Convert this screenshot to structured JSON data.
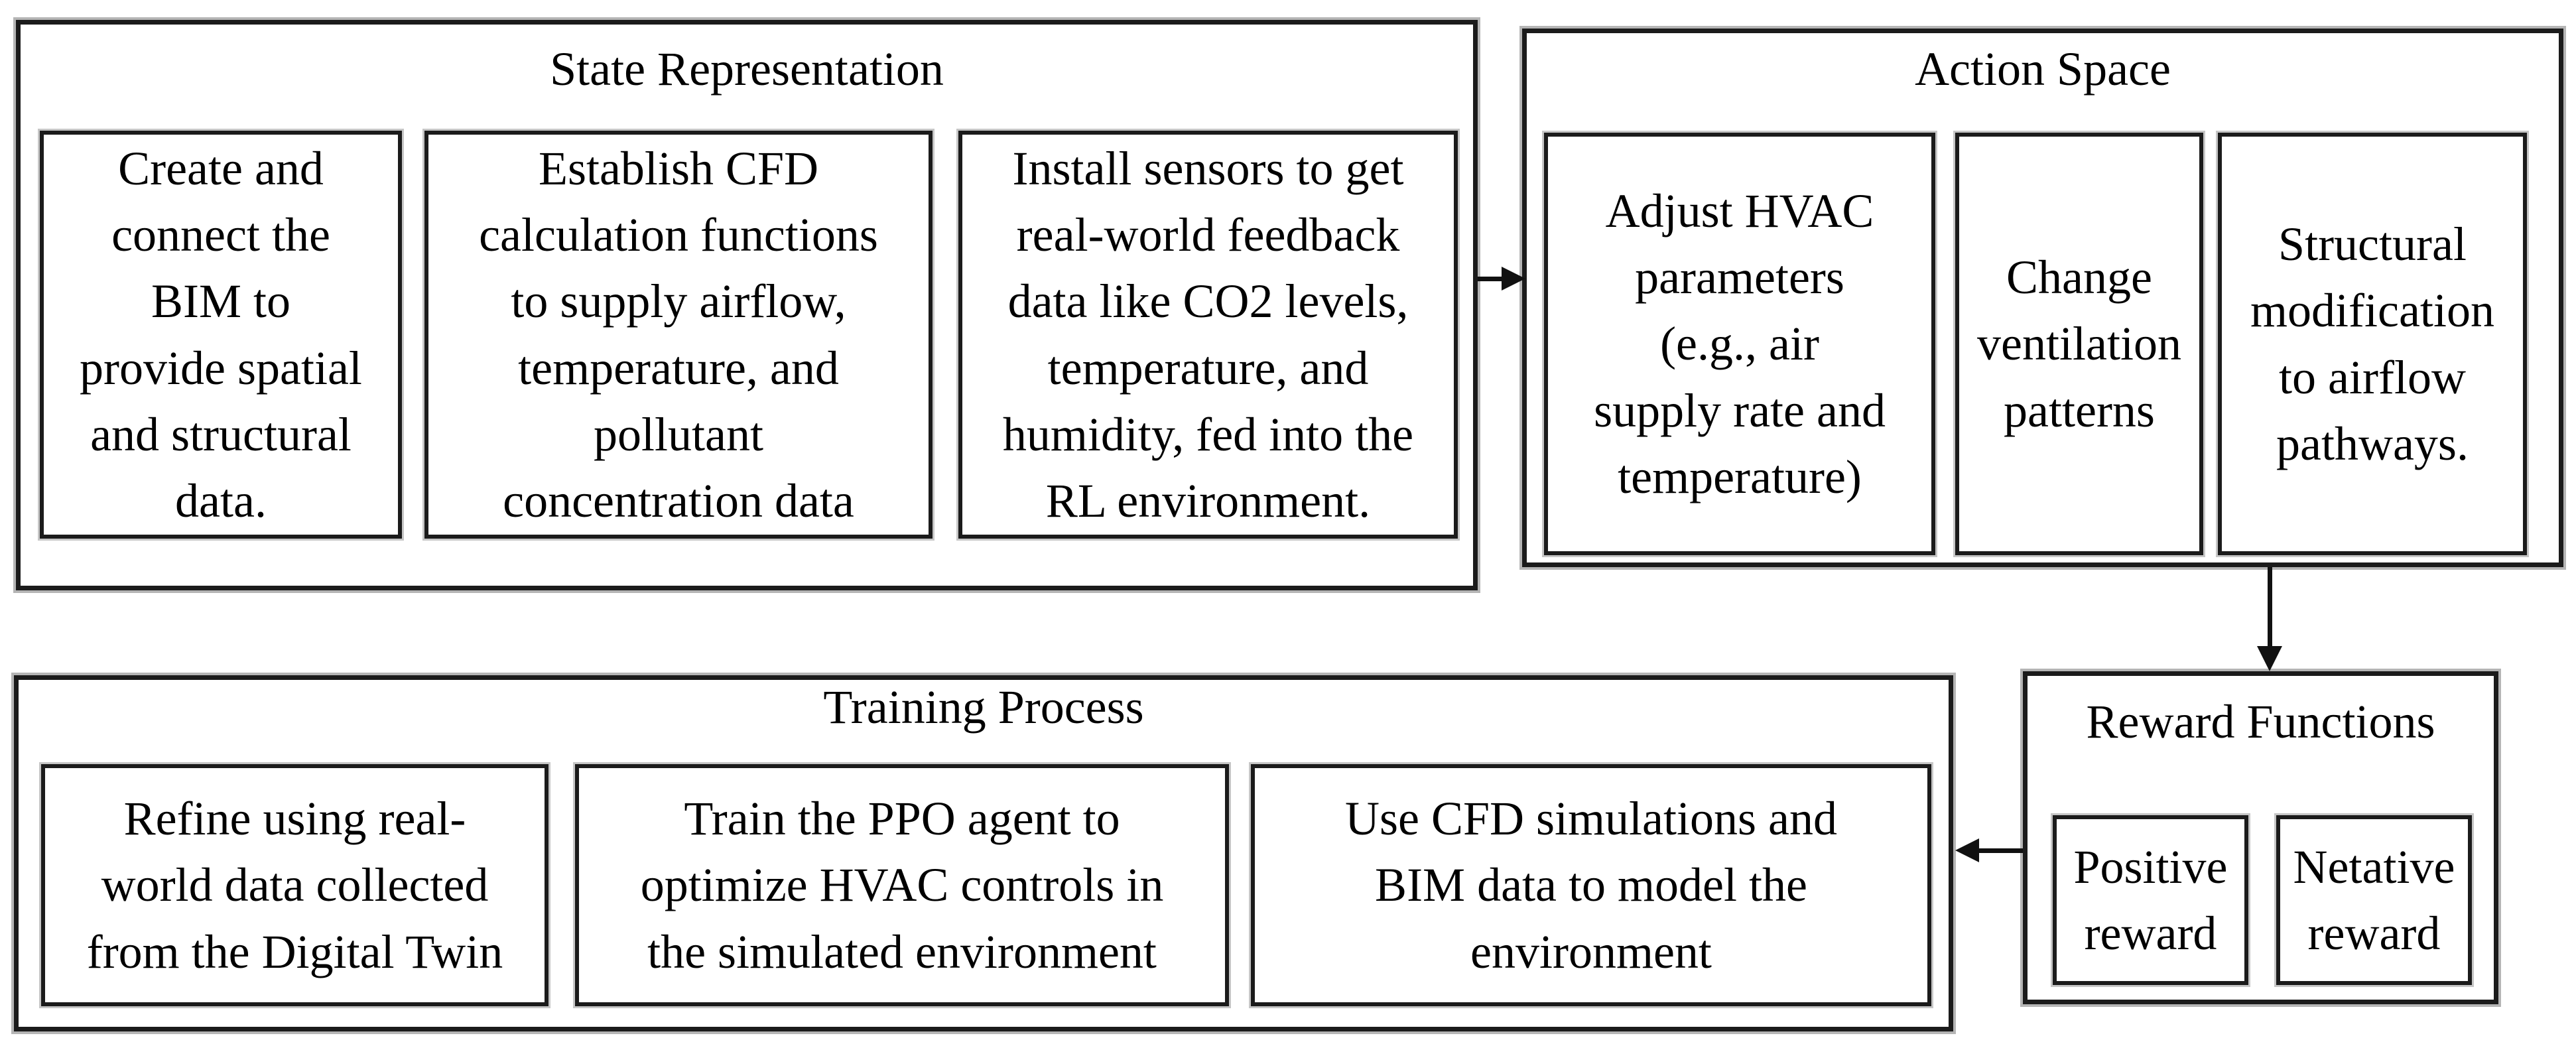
{
  "state_representation": {
    "title": "State Representation",
    "box1": "Create and\nconnect the\nBIM to\nprovide spatial\nand structural\ndata.",
    "box2": "Establish CFD\ncalculation functions\nto supply airflow,\ntemperature, and\npollutant\nconcentration data",
    "box3": "Install sensors to get\nreal-world feedback\ndata like CO2 levels,\ntemperature, and\nhumidity, fed into the\nRL environment."
  },
  "action_space": {
    "title": "Action Space",
    "box1": "Adjust HVAC\nparameters\n(e.g., air\nsupply rate and\ntemperature)",
    "box2": "Change\nventilation\npatterns",
    "box3": "Structural\nmodification\nto airflow\npathways."
  },
  "training_process": {
    "title": "Training Process",
    "box1": "Refine using real-\nworld data collected\nfrom the Digital Twin",
    "box2": "Train the PPO agent to\noptimize HVAC controls in\nthe simulated environment",
    "box3": "Use CFD simulations and\nBIM data to model the\nenvironment"
  },
  "reward_functions": {
    "title": "Reward Functions",
    "box1": "Positive\nreward",
    "box2": "Netative\nreward"
  },
  "colors": {
    "background": "#ffffff",
    "border": "#1b1b1b",
    "border_halo": "#b5b5b5",
    "text": "#000000",
    "arrow": "#111111"
  }
}
